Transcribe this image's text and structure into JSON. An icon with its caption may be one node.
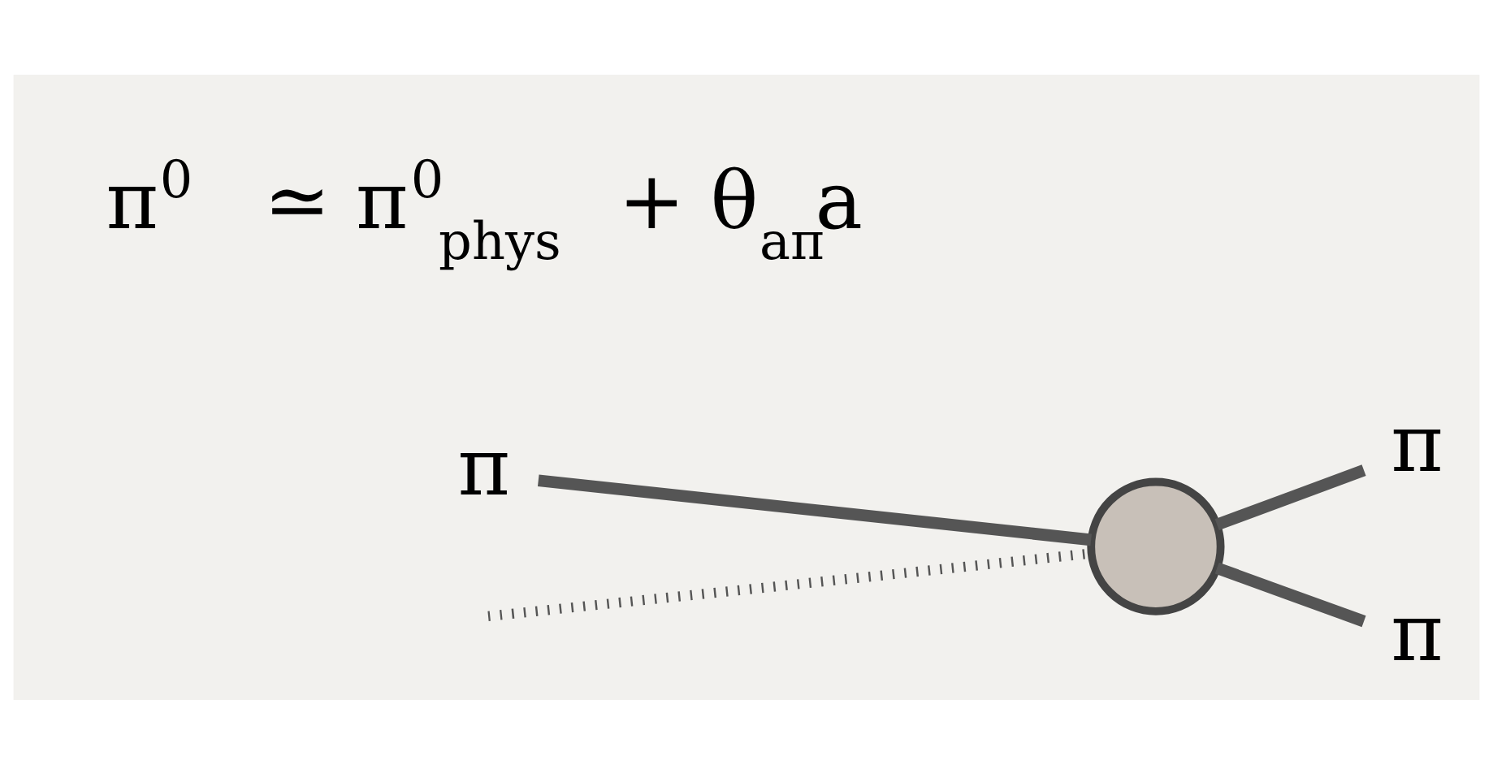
{
  "diagram": {
    "nodes": [
      {
        "text": [
          "π"
        ]
      },
      {
        "text": [],
        "shape": "circle"
      },
      {
        "text": [
          "π"
        ]
      },
      {
        "text": [
          "π"
        ]
      }
    ],
    "edges": [
      {
        "from": 1,
        "to": 0,
        "arrow": "none"
      },
      {
        "from": 2,
        "to": 1,
        "arrow": "none"
      },
      {
        "from": 1,
        "to": 3,
        "arrow": "none"
      },
      {
        "from": null,
        "to": 1,
        "arrow": "none",
        "style": "dashed"
      }
    ],
    "labels": [
      "π$^{0}$ ≃ π$^{0}$$_{phys}$ + θ$_{aπ}$a"
    ]
  }
}
